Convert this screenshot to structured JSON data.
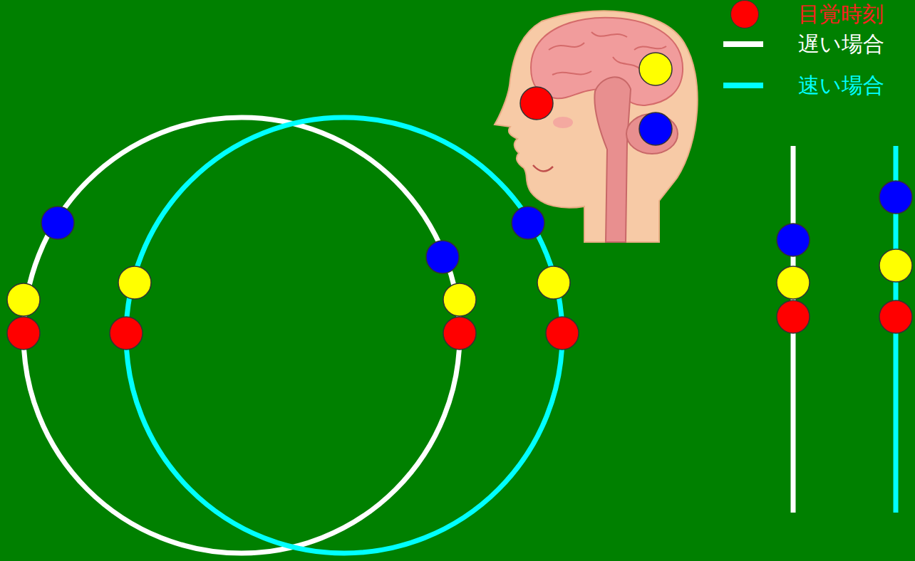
{
  "diagram": {
    "legend": [
      {
        "text": "目覚時刻",
        "color": "#ff0000"
      },
      {
        "text": "遅い場合"
      },
      {
        "text": "速い場合"
      }
    ]
  }
}
